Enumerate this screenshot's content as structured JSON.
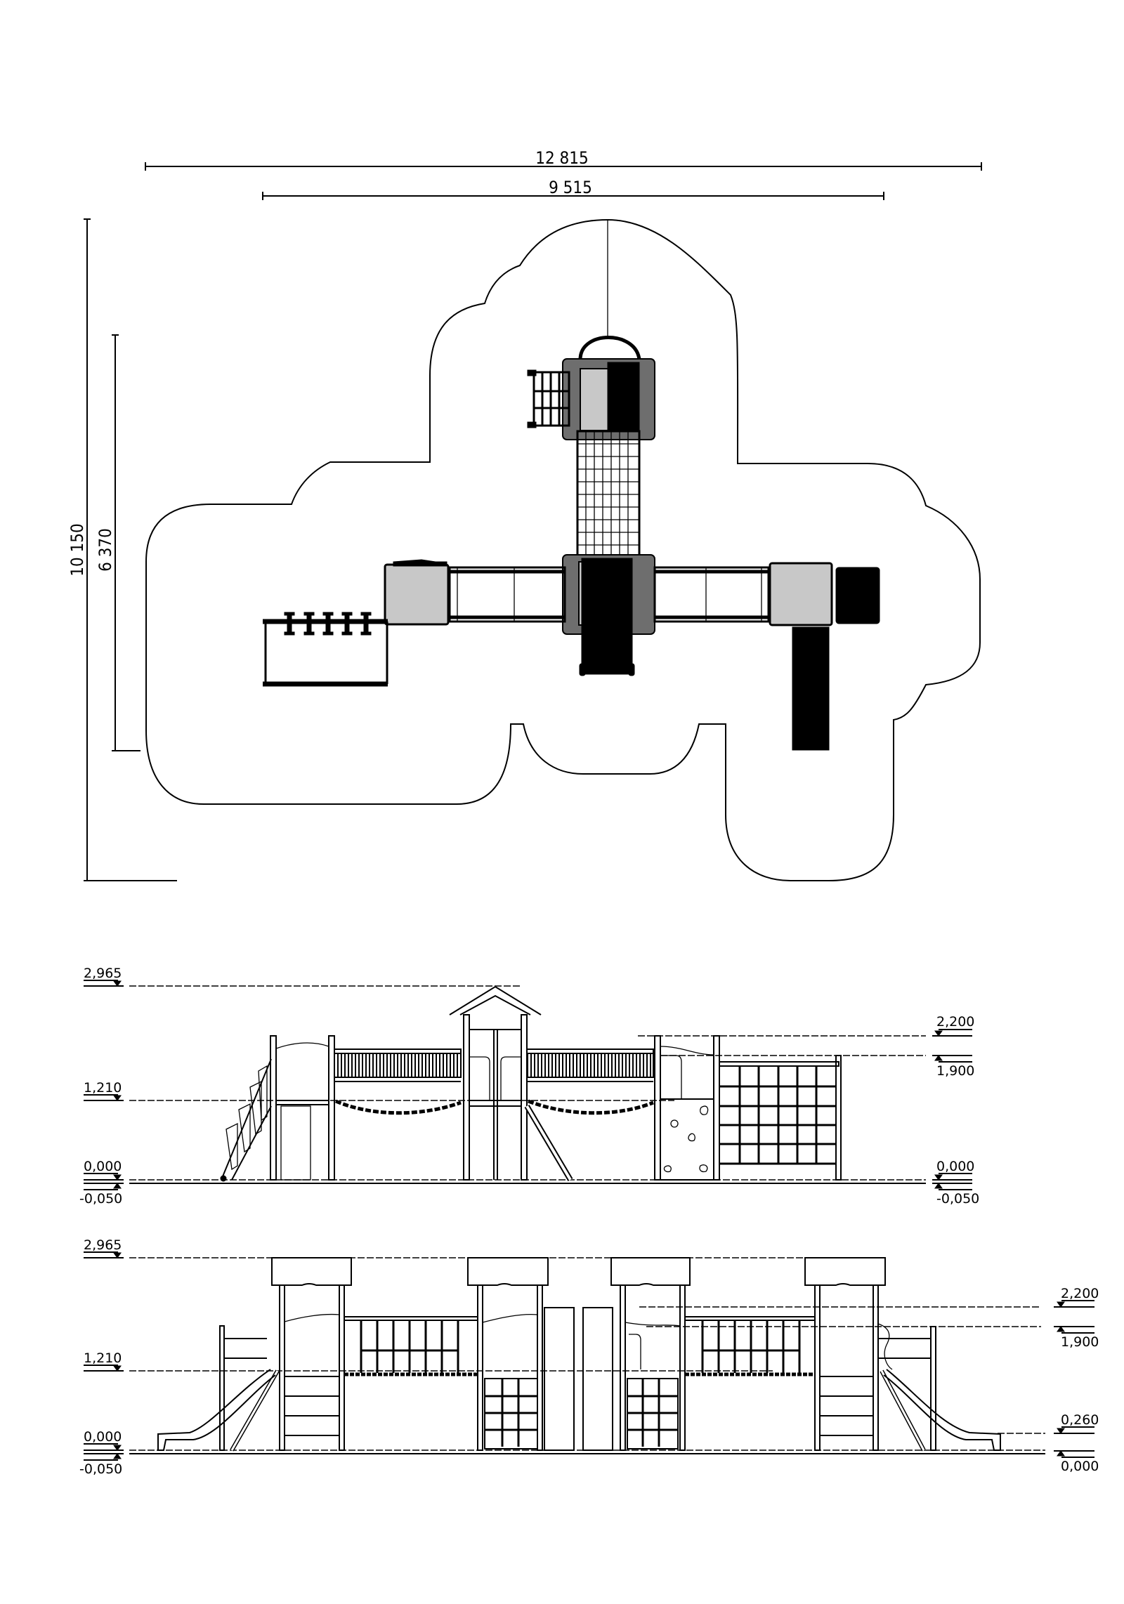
{
  "plan": {
    "dimensions": {
      "overall_width": "12 815",
      "equipment_width": "9 515",
      "overall_depth": "10 150",
      "equipment_depth": "6 370"
    }
  },
  "elevation_front": {
    "levels_left": [
      "2,965",
      "1,210",
      "0,000",
      "-0,050"
    ],
    "levels_right": [
      "2,200",
      "1,900",
      "0,000",
      "-0,050"
    ]
  },
  "elevation_side": {
    "levels_left": [
      "2,965",
      "1,210",
      "0,000",
      "-0,050"
    ],
    "levels_right": [
      "2,200",
      "1,900",
      "0,260",
      "0,000"
    ]
  },
  "colors": {
    "line": "#000000",
    "platform_fill": "#c8c8c8",
    "roof_fill": "#6e6e6e",
    "background": "#ffffff"
  }
}
